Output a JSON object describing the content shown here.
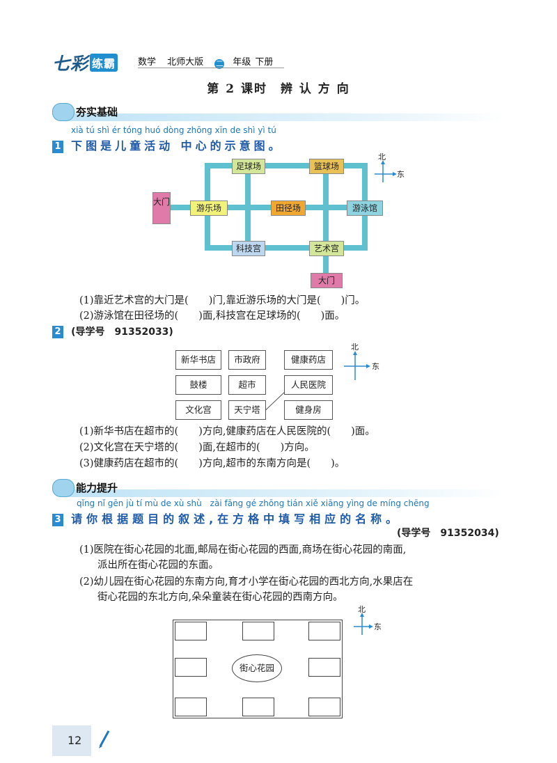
{
  "header": {
    "brand_a": "七彩",
    "brand_b": "练霸",
    "subject": "数学",
    "edition": "北师大版",
    "grade_num": "二",
    "grade": "年级",
    "term": "下册"
  },
  "lesson_title": "第 2 课时　辨 认 方 向",
  "section1": {
    "title": "夯实基础"
  },
  "q1": {
    "pinyin": "xià tú shì ér tóng huó dòng zhōng xīn de shì yì tú",
    "num": "1",
    "title": "下图是儿童活动 中心的示意图。",
    "map": {
      "football": "足球场",
      "basketball": "篮球场",
      "gate_left": "大门",
      "playground": "游乐场",
      "track": "田径场",
      "pool": "游泳馆",
      "science": "科技宫",
      "art": "艺术宫",
      "gate_bottom": "大门"
    },
    "north": "北",
    "east": "东",
    "line1": "(1)靠近艺术宫的大门是(　　)门,靠近游乐场的大门是(　　)门。",
    "line2": "(2)游泳馆在田径场的(　　)面,科技宫在足球场的(　　)面。"
  },
  "q2": {
    "num": "2",
    "ref": "(导学号　91352033)",
    "grid": [
      "新华书店",
      "市政府",
      "健康药店",
      "鼓楼",
      "超市",
      "人民医院",
      "文化宫",
      "天宁塔",
      "健身房"
    ],
    "north": "北",
    "east": "东",
    "line1": "(1)新华书店在超市的(　　)方向,健康药店在人民医院的(　　)面。",
    "line2": "(2)文化宫在天宁塔的(　　)面,在超市的(　　)方向。",
    "line3": "(3)健康药店在超市的(　　)方向,超市的东南方向是(　　)。"
  },
  "section2": {
    "title": "能力提升"
  },
  "q3": {
    "pinyin": "qǐng nǐ gēn jù tí mù de xù shù　zài fāng gé zhōng tián xiě xiāng yìng de míng chēng",
    "num": "3",
    "title": "请你根据题目的叙述,在方格中填写相应的名称。",
    "ref": "(导学号　91352034)",
    "p1a": "(1)医院在街心花园的北面,邮局在街心花园的西面,商场在街心花园的南面,",
    "p1b": "派出所在街心花园的东面。",
    "p2a": "(2)幼儿园在街心花园的东南方向,育才小学在街心花园的西北方向,水果店在",
    "p2b": "街心花园的东北方向,朵朵童装在街心花园的西南方向。",
    "center": "街心花园",
    "north": "北",
    "east": "东"
  },
  "page_number": "12"
}
